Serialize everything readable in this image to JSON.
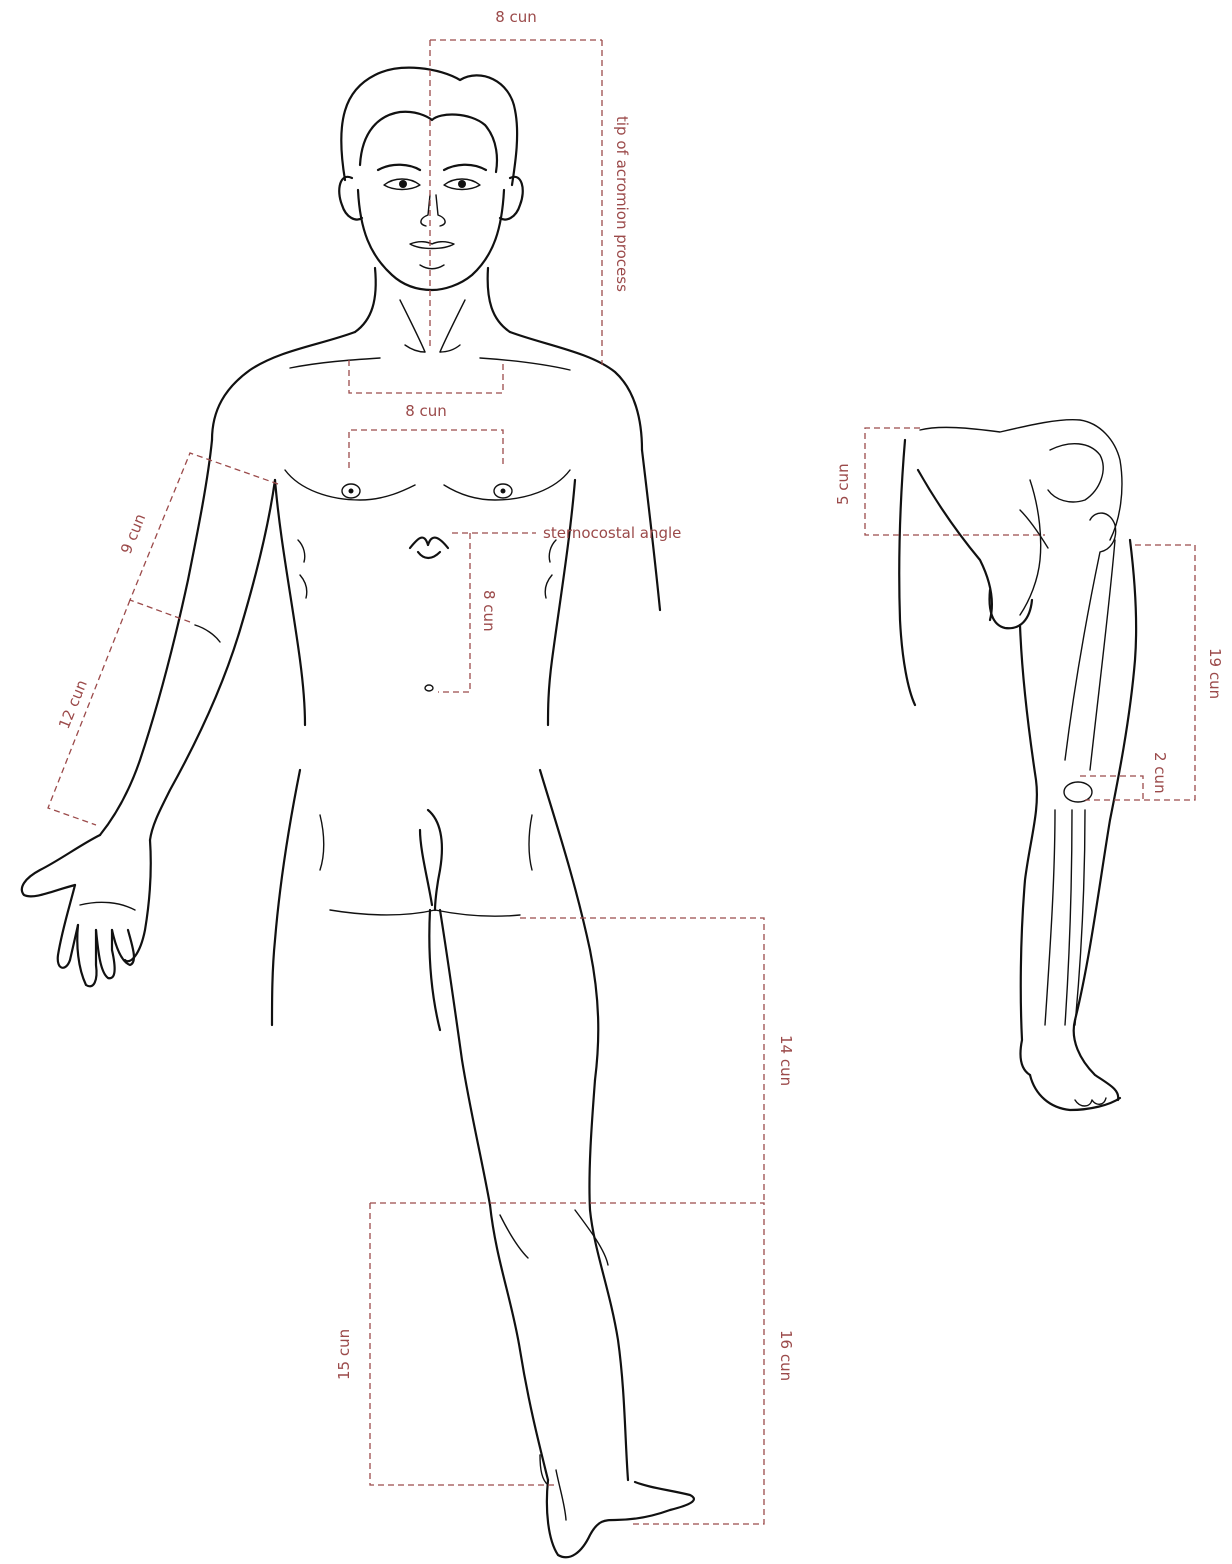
{
  "colors": {
    "annotation": "#9b4a4a",
    "outline": "#111111",
    "background": "#ffffff"
  },
  "labels": {
    "head_width": "8 cun",
    "acromion": "tip of acromion process",
    "clavicle_width": "8 cun",
    "nipple_width": "8 cun",
    "sternocostal": "sternocostal angle",
    "sternum_navel": "8 cun",
    "upper_arm": "9 cun",
    "forearm": "12 cun",
    "thigh_back": "14 cun",
    "calf_outer": "16 cun",
    "calf_inner": "15 cun",
    "hip": "5 cun",
    "leg_side": "19 cun",
    "knee": "2 cun"
  }
}
